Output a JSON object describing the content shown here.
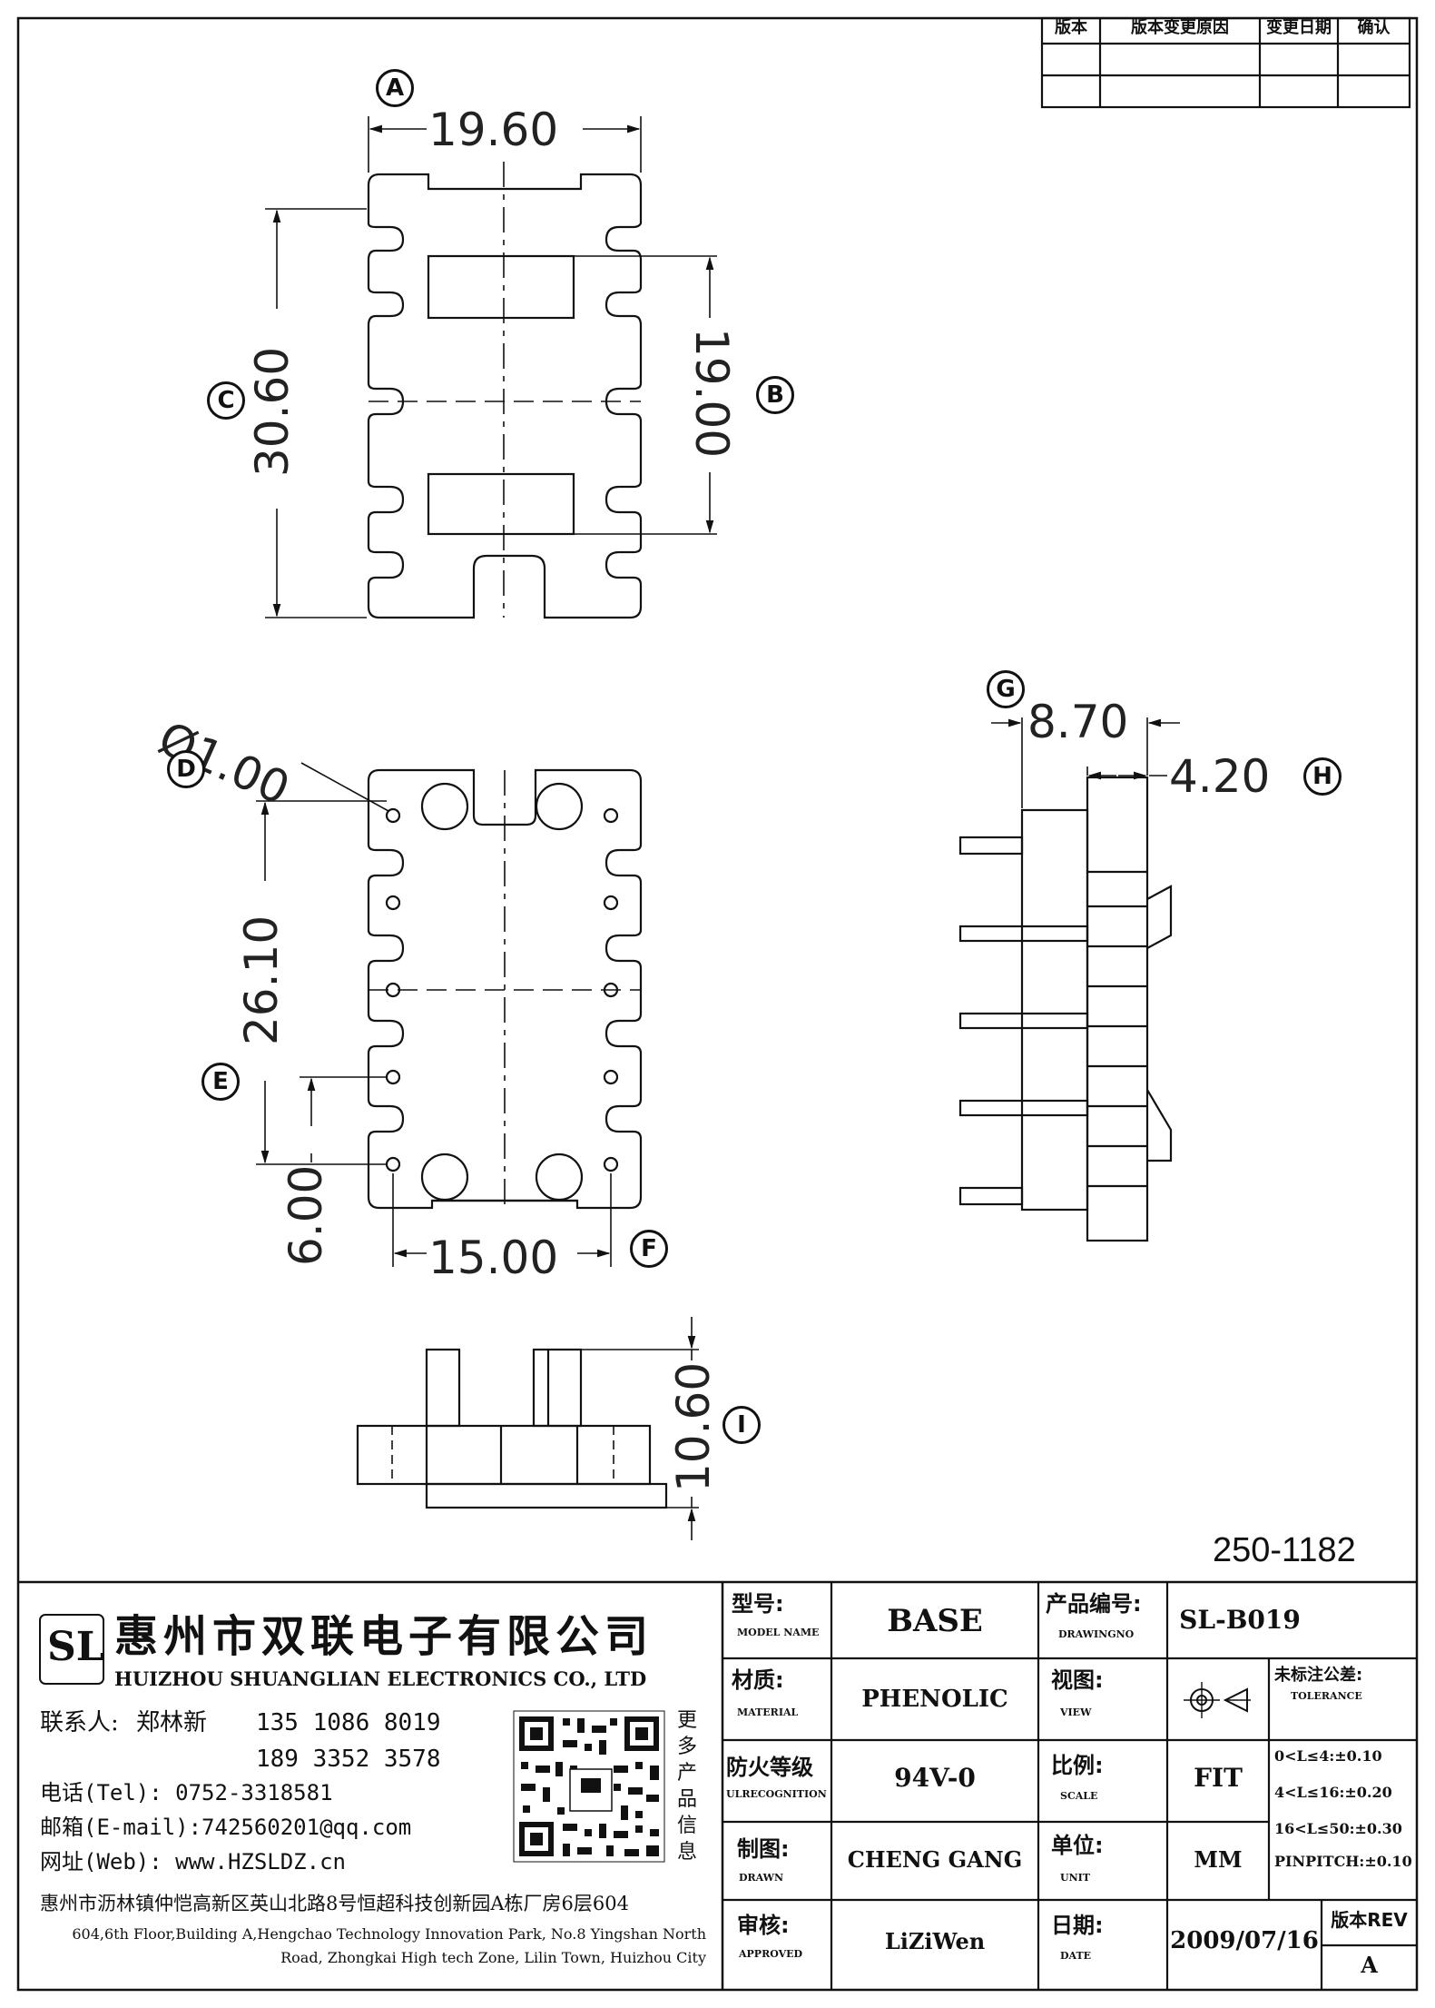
{
  "revision_table": {
    "headers": [
      "版本",
      "版本变更原因",
      "变更日期",
      "确认"
    ]
  },
  "drawing": {
    "dimensions": {
      "width_top": "19.60",
      "height_top": "30.60",
      "window_pitch": "19.00",
      "pin_diameter": "Ø1.00",
      "pin_row_span": "26.10",
      "pin_pitch": "6.00",
      "pin_col_span": "15.00",
      "side_width": "8.70",
      "flange_width": "4.20",
      "height_front": "10.60"
    },
    "labels": [
      "A",
      "B",
      "C",
      "D",
      "E",
      "F",
      "G",
      "H",
      "I"
    ],
    "part_code": "250-1182"
  },
  "company": {
    "logo_text": "SL",
    "name_cn": "惠州市双联电子有限公司",
    "name_en": "HUIZHOU SHUANGLIAN ELECTRONICS CO., LTD",
    "contact_label": "联系人:",
    "contact_name": "郑林新",
    "phone1": "135 1086 8019",
    "phone2": "189 3352 3578",
    "tel": "电话(Tel): 0752-3318581",
    "email": "邮箱(E-mail):742560201@qq.com",
    "web": "网址(Web): www.HZSLDZ.cn",
    "qr_caption": [
      "更",
      "多",
      "产",
      "品",
      "信",
      "息"
    ],
    "address_cn": "惠州市沥林镇仲恺高新区英山北路8号恒超科技创新园A栋厂房6层604",
    "address_en_1": "604,6th Floor,Building A,Hengchao Technology Innovation Park, No.8 Yingshan North",
    "address_en_2": "Road, Zhongkai High tech Zone, Lilin Town, Huizhou City"
  },
  "title_block": {
    "model_label_cn": "型号:",
    "model_label_en": "MODEL NAME",
    "model_value": "BASE",
    "drawing_no_label_cn": "产品编号:",
    "drawing_no_label_en": "DRAWINGNO",
    "drawing_no_value": "SL-B019",
    "material_label_cn": "材质:",
    "material_label_en": "MATERIAL",
    "material_value": "PHENOLIC",
    "view_label_cn": "视图:",
    "view_label_en": "VIEW",
    "tolerance_label_cn": "未标注公差:",
    "tolerance_label_en": "TOLERANCE",
    "tolerance_lines": [
      "0<L≤4:±0.10",
      "4<L≤16:±0.20",
      "16<L≤50:±0.30",
      "PINPITCH:±0.10"
    ],
    "fire_label_cn": "防火等级",
    "fire_label_en": "ULRECOGNITION",
    "fire_value": "94V-0",
    "scale_label_cn": "比例:",
    "scale_label_en": "SCALE",
    "scale_value": "FIT",
    "drawn_label_cn": "制图:",
    "drawn_label_en": "DRAWN",
    "drawn_value": "CHENG GANG",
    "unit_label_cn": "单位:",
    "unit_label_en": "UNIT",
    "unit_value": "MM",
    "approved_label_cn": "审核:",
    "approved_label_en": "APPROVED",
    "approved_value": "LiZiWen",
    "date_label_cn": "日期:",
    "date_label_en": "DATE",
    "date_value": "2009/07/16",
    "rev_label": "版本REV",
    "rev_value": "A"
  }
}
